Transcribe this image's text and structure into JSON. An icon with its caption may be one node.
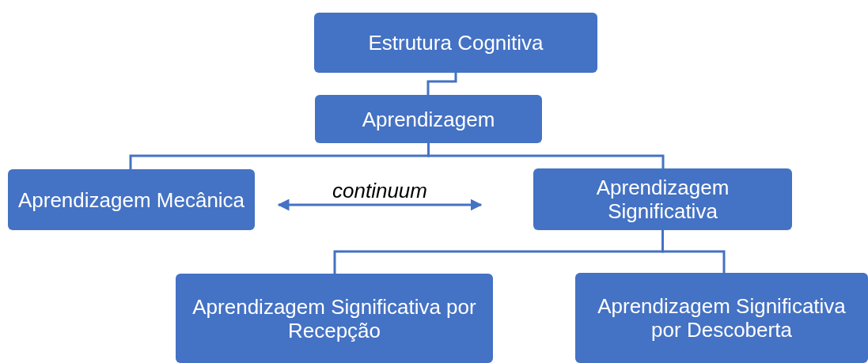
{
  "diagram": {
    "nodes": [
      {
        "text": [
          "Estrutura Cognitiva"
        ]
      },
      {
        "text": [
          "Aprendizagem"
        ]
      },
      {
        "text": [
          "Aprendizagem Mecânica"
        ]
      },
      {
        "text": [
          "Aprendizagem Significativa"
        ]
      },
      {
        "text": [
          "Aprendizagem Significativa por Recepção"
        ]
      },
      {
        "text": [
          "Aprendizagem Significativa por Descoberta"
        ]
      }
    ],
    "edges": [
      {
        "from": 0,
        "to": 1,
        "arrow": "none"
      },
      {
        "from": 1,
        "to": 2,
        "arrow": "none"
      },
      {
        "from": 1,
        "to": 3,
        "arrow": "none"
      },
      {
        "from": 3,
        "to": 4,
        "arrow": "none"
      },
      {
        "from": 3,
        "to": 5,
        "arrow": "none"
      },
      {
        "from": 2,
        "to": 3,
        "arrow": "both",
        "label": "continuum"
      }
    ]
  }
}
